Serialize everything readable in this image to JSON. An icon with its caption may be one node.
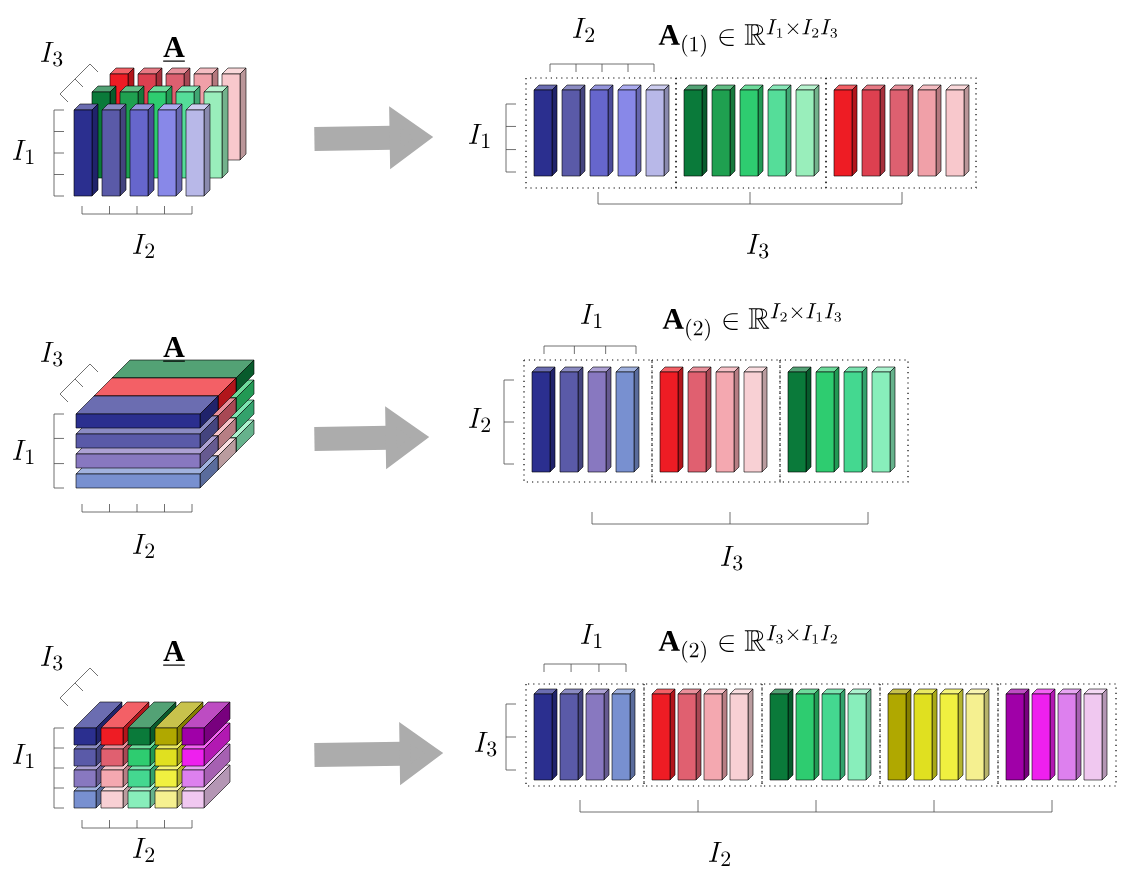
{
  "diagram": {
    "nodes": [
      {
        "text": [],
        "shape": "picture",
        "beside": [
          "I_3",
          "\\underline{\\mathbf{A}}",
          "I_1",
          "I_2"
        ]
      },
      {
        "text": [],
        "shape": "picture",
        "beside": [
          "I_2",
          "\\mathbf{A}_{(1)} \\in \\mathbb{R}^{I_1 \\times I_2 I_3}",
          "I_1",
          "I_3"
        ]
      },
      {
        "text": [],
        "shape": "picture",
        "beside": [
          "I_3",
          "\\underline{\\mathbf{A}}",
          "I_1",
          "I_2"
        ]
      },
      {
        "text": [],
        "shape": "picture",
        "beside": [
          "I_1",
          "\\mathbf{A}_{(2)} \\in \\mathbb{R}^{I_2 \\times I_1 I_3}",
          "I_2",
          "I_3"
        ]
      },
      {
        "text": [],
        "shape": "picture",
        "beside": [
          "I_3",
          "\\underline{\\mathbf{A}}",
          "I_1",
          "I_2"
        ]
      },
      {
        "text": [],
        "shape": "picture",
        "beside": [
          "I_1",
          "\\mathbf{A}_{(2)} \\in \\mathbb{R}^{I_3 \\times I_1 I_2}",
          "I_3",
          "I_2"
        ]
      }
    ],
    "edges": [
      {
        "from": 0,
        "to": 1,
        "arrow": "to"
      },
      {
        "from": 2,
        "to": 3,
        "arrow": "to"
      },
      {
        "from": 4,
        "to": 5,
        "arrow": "to"
      }
    ]
  }
}
